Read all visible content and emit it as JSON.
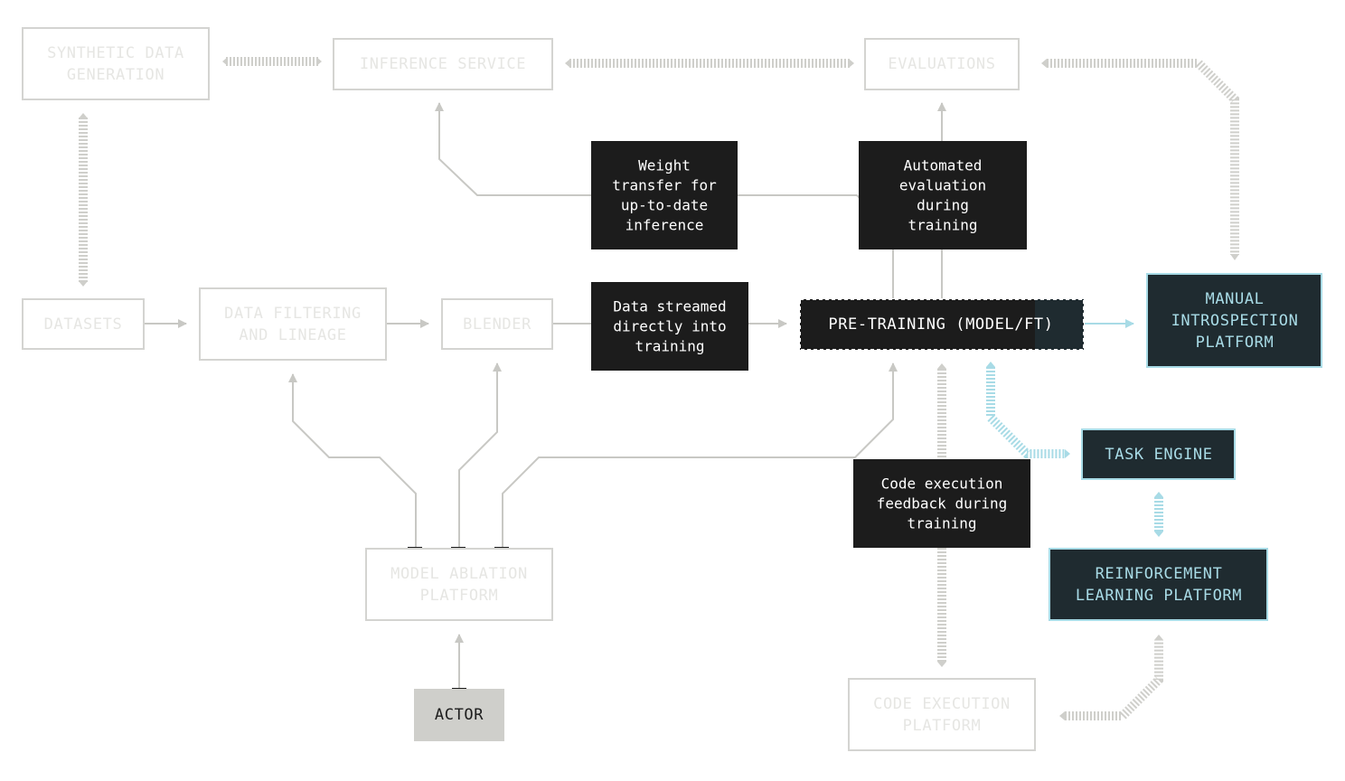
{
  "nodes": {
    "synthetic_data_generation": [
      "SYNTHETIC DATA",
      "GENERATION"
    ],
    "inference_service": [
      "INFERENCE SERVICE"
    ],
    "evaluations": [
      "EVALUATIONS"
    ],
    "datasets": [
      "DATASETS"
    ],
    "data_filtering": [
      "DATA FILTERING",
      "AND LINEAGE"
    ],
    "blender": [
      "BLENDER"
    ],
    "pre_training": "PRE-TRAINING (MODEL/FT)",
    "manual_introspection": [
      "MANUAL",
      "INTROSPECTION",
      "PLATFORM"
    ],
    "task_engine": [
      "TASK ENGINE"
    ],
    "reinforcement_learning": [
      "REINFORCEMENT",
      "LEARNING PLATFORM"
    ],
    "model_ablation": [
      "MODEL ABLATION",
      "PLATFORM"
    ],
    "actor": [
      "ACTOR"
    ],
    "code_execution_platform": [
      "CODE EXECUTION",
      "PLATFORM"
    ]
  },
  "notes": {
    "weight_transfer": [
      "Weight",
      "transfer for",
      "up-to-date",
      "inference"
    ],
    "automated_evaluation": [
      "Automated",
      "evaluation",
      "during",
      "training"
    ],
    "data_streamed": [
      "Data streamed",
      "directly into",
      "training"
    ],
    "code_feedback": [
      "Code execution",
      "feedback during",
      "training"
    ]
  },
  "colors": {
    "faded_text": "#e6e6e3",
    "faded_border": "#d4d4d1",
    "teal_accent": "#a8dbe6",
    "teal_fill": "#1f2b30",
    "note_fill": "#1c1c1c",
    "connector": "#c8c8c4",
    "actor_fill": "#cfcfcb"
  }
}
